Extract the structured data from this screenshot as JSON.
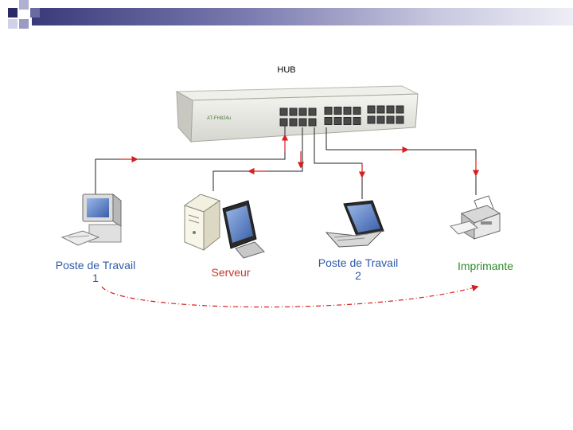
{
  "diagram": {
    "hub_label": "HUB",
    "workstation1_label": "Poste de Travail\n1",
    "server_label": "Serveur",
    "workstation2_label": "Poste de Travail\n2",
    "printer_label": "Imprimante"
  },
  "colors": {
    "arrow": "#d42020",
    "connector": "#222222",
    "workstation_text": "#2e5aa6",
    "server_text": "#c0392b",
    "printer_text": "#2e8b2e",
    "dashed_curve": "#d42020"
  },
  "icons": {
    "hub": "network-hub-icon",
    "workstation1": "desktop-computer-icon",
    "server": "server-tower-icon",
    "workstation2": "laptop-icon",
    "printer": "printer-icon"
  }
}
